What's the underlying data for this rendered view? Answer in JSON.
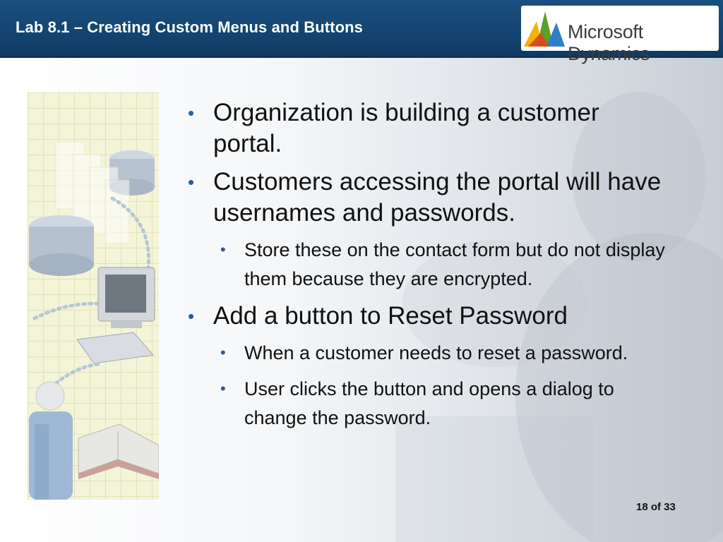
{
  "header": {
    "title": "Lab 8.1 – Creating Custom Menus and Buttons",
    "logo_text": "Microsoft Dynamics"
  },
  "colors": {
    "header_bg": "#134470",
    "bullet": "#2b5d92",
    "text": "#111111"
  },
  "content": {
    "bullets": [
      {
        "level": 1,
        "text": "Organization is building a customer portal."
      },
      {
        "level": 1,
        "text": "Customers accessing the portal will have usernames and passwords."
      },
      {
        "level": 2,
        "text": "Store these on the contact form but do not display them because they are encrypted."
      },
      {
        "level": 1,
        "text": "Add a button to Reset Password"
      },
      {
        "level": 2,
        "text": "When a customer needs to reset a password."
      },
      {
        "level": 2,
        "text": "User clicks the button and opens a dialog to change the password."
      }
    ]
  },
  "footer": {
    "page": "18 of 33"
  }
}
